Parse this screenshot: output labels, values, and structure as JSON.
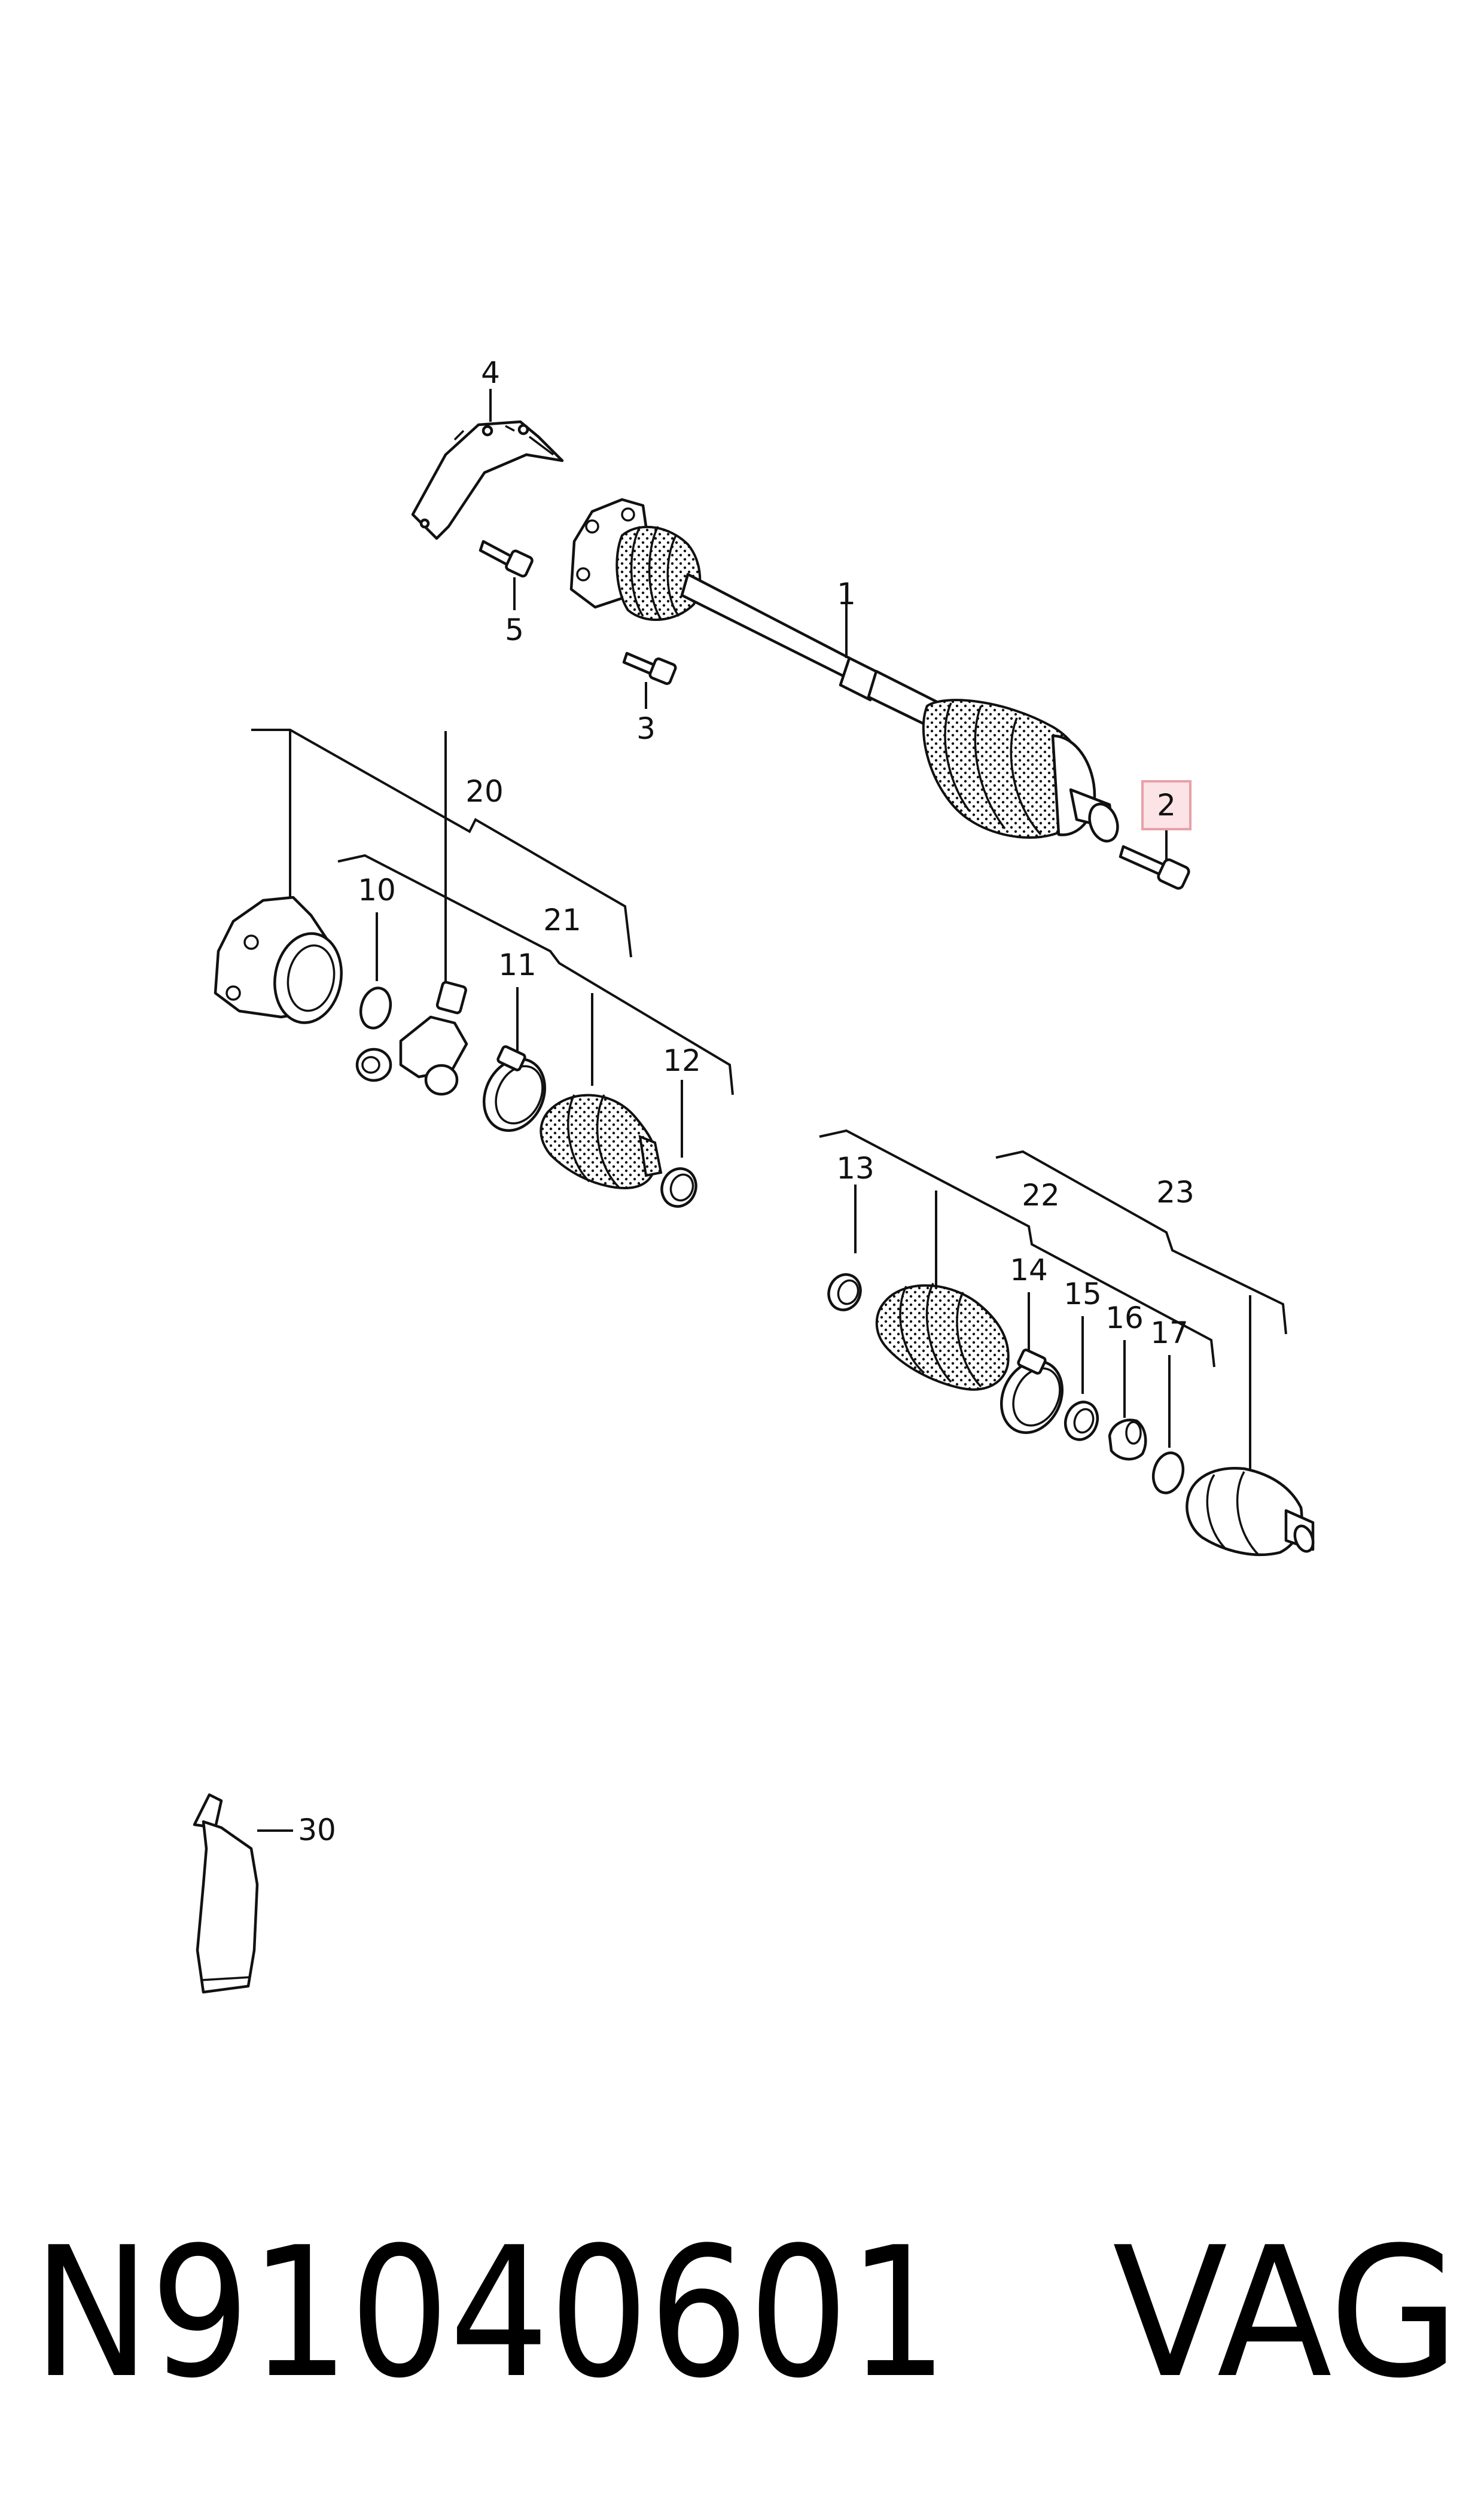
{
  "diagram": {
    "callouts": [
      "1",
      "2",
      "3",
      "4",
      "5",
      "10",
      "11",
      "12",
      "13",
      "14",
      "15",
      "16",
      "17",
      "20",
      "21",
      "22",
      "23",
      "30"
    ],
    "highlighted_callout": "2",
    "highlight_color": "#e8a0a8",
    "highlight_fill": "#fbe3e6"
  },
  "footer": {
    "part_number": "N91040601",
    "brand": "VAG"
  }
}
